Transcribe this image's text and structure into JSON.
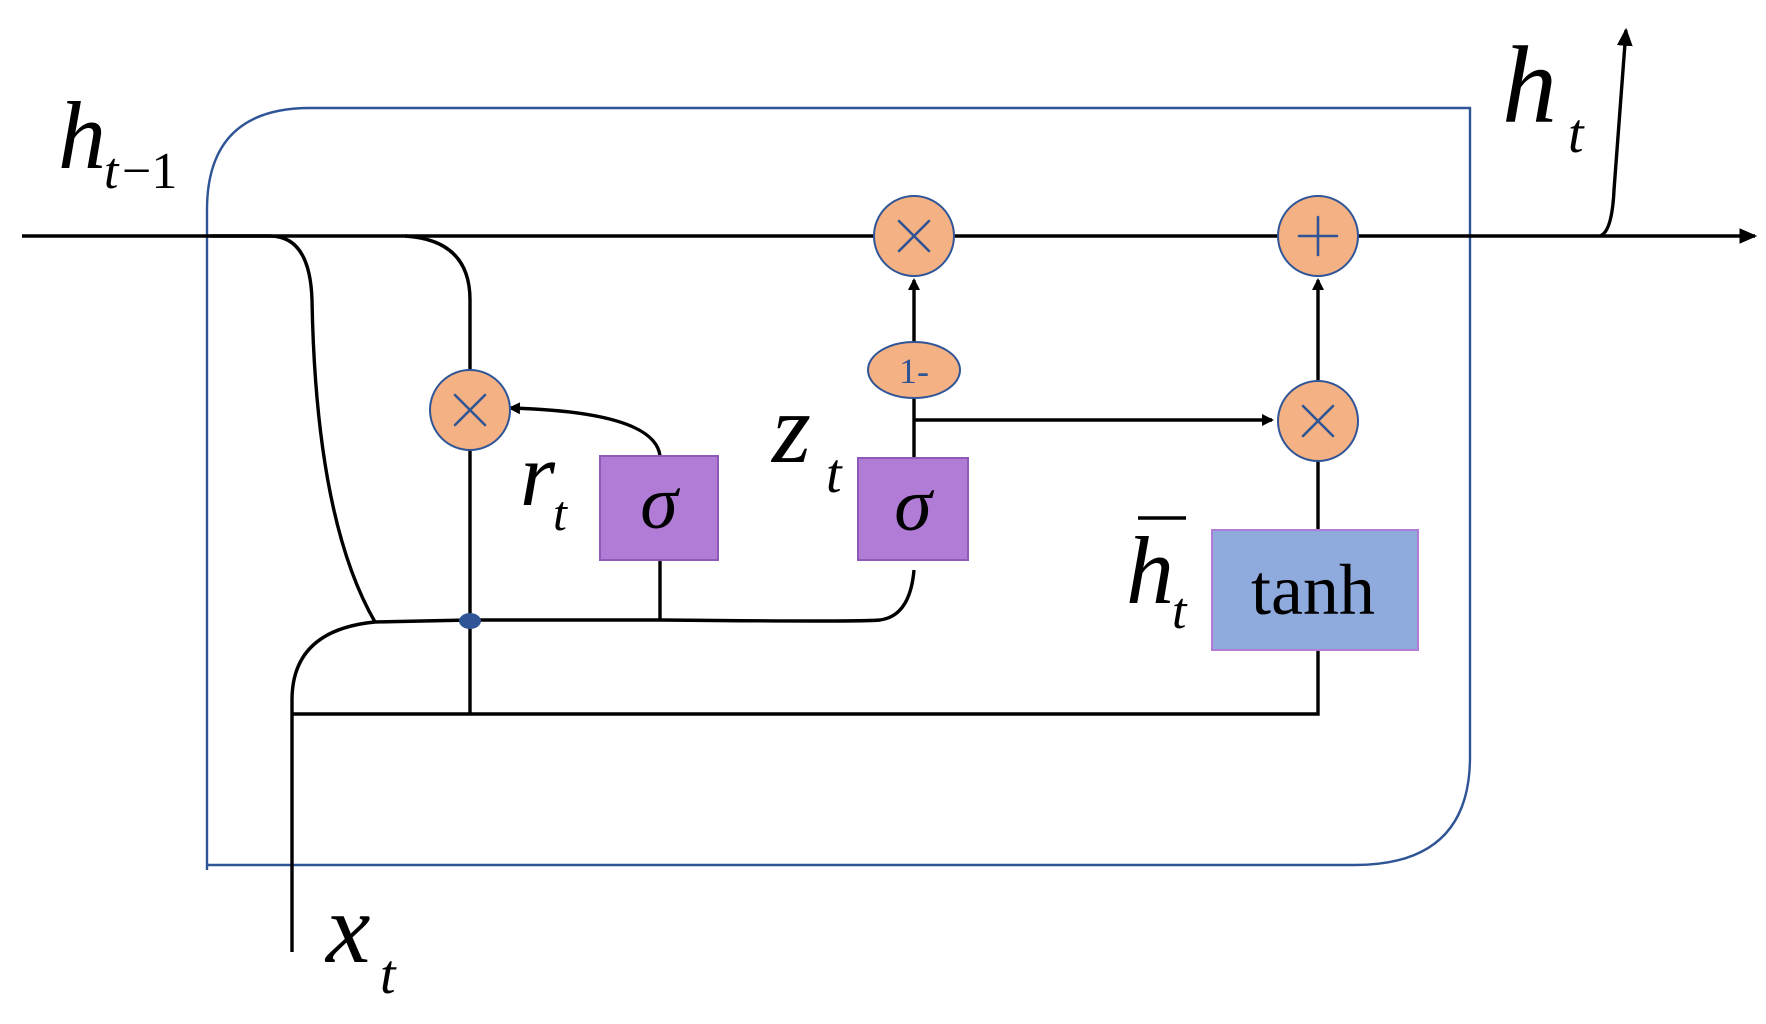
{
  "labels": {
    "h_prev_main": "h",
    "h_prev_sub_t": "t",
    "h_prev_sub_minus": "−1",
    "h_out_main": "h",
    "h_out_sub": "t",
    "x_main": "x",
    "x_sub": "t",
    "r_main": "r",
    "r_sub": "t",
    "z_main": "z",
    "z_sub": "t",
    "hbar_main": "h",
    "hbar_sub": "t"
  },
  "gates": {
    "reset_sigma": "σ",
    "update_sigma": "σ",
    "candidate": "tanh",
    "one_minus": "1-"
  },
  "colors": {
    "op_fill": "#F4B183",
    "op_stroke": "#2F5597",
    "sigma_fill": "#B07CD6",
    "sigma_stroke": "#8E5AB8",
    "tanh_fill": "#8FAADC",
    "tanh_stroke": "#B07CD6",
    "frame": "#2F5597",
    "junction": "#2F5597"
  },
  "icons": {
    "multiply": "multiply-icon",
    "add": "plus-icon"
  }
}
